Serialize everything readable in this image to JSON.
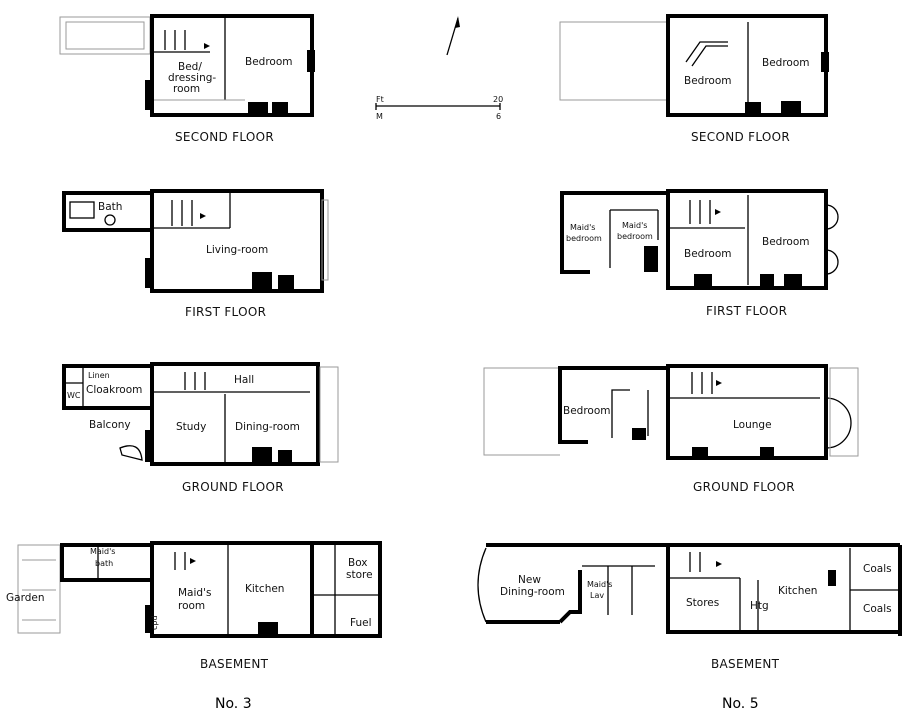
{
  "scale": {
    "ft_label": "Ft",
    "ft_value": "20",
    "m_label": "M",
    "m_value": "6"
  },
  "house3": {
    "title": "No. 3",
    "second_floor": {
      "caption": "SECOND FLOOR",
      "bed_dressing": [
        "Bed/",
        "dressing-",
        "room"
      ],
      "bedroom": "Bedroom"
    },
    "first_floor": {
      "caption": "FIRST FLOOR",
      "bath": "Bath",
      "living": "Living-room"
    },
    "ground_floor": {
      "caption": "GROUND FLOOR",
      "linen": "Linen",
      "wc": "WC",
      "cloakroom": "Cloakroom",
      "hall": "Hall",
      "balcony": "Balcony",
      "study": "Study",
      "dining": "Dining-room"
    },
    "basement": {
      "caption": "BASEMENT",
      "garden": "Garden",
      "maids_bath": [
        "Maid's",
        "bath"
      ],
      "maids_room": [
        "Maid's",
        "room"
      ],
      "kitchen": "Kitchen",
      "box_store": [
        "Box",
        "store"
      ],
      "fuel": "Fuel",
      "cpd": "cpd"
    }
  },
  "house5": {
    "title": "No. 5",
    "second_floor": {
      "caption": "SECOND FLOOR",
      "bedroom_a": "Bedroom",
      "bedroom_b": "Bedroom"
    },
    "first_floor": {
      "caption": "FIRST FLOOR",
      "maids_bedroom_a": [
        "Maid's",
        "bedroom"
      ],
      "maids_bedroom_b": [
        "Maid's",
        "bedroom"
      ],
      "bedroom_a": "Bedroom",
      "bedroom_b": "Bedroom"
    },
    "ground_floor": {
      "caption": "GROUND FLOOR",
      "bedroom": "Bedroom",
      "lounge": "Lounge"
    },
    "basement": {
      "caption": "BASEMENT",
      "new_dining": [
        "New",
        "Dining-room"
      ],
      "maids_lav": [
        "Maid's",
        "Lav"
      ],
      "stores": "Stores",
      "htg": "Htg",
      "kitchen": "Kitchen",
      "coals_a": "Coals",
      "coals_b": "Coals"
    }
  }
}
